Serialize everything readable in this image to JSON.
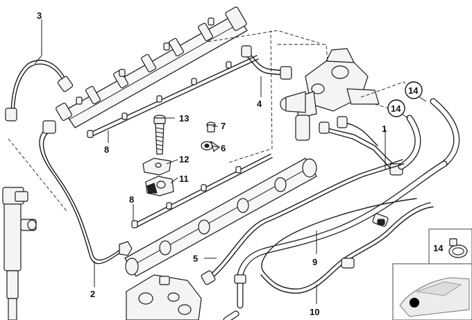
{
  "callouts": {
    "c1": "1",
    "c2": "2",
    "c3": "3",
    "c4": "4",
    "c5": "5",
    "c6": "6",
    "c7": "7",
    "c8a": "8",
    "c8b": "8",
    "c9": "9",
    "c10": "10",
    "c11": "11",
    "c12": "12",
    "c13": "13",
    "c14a": "14",
    "c14b": "14",
    "c14c": "14"
  }
}
